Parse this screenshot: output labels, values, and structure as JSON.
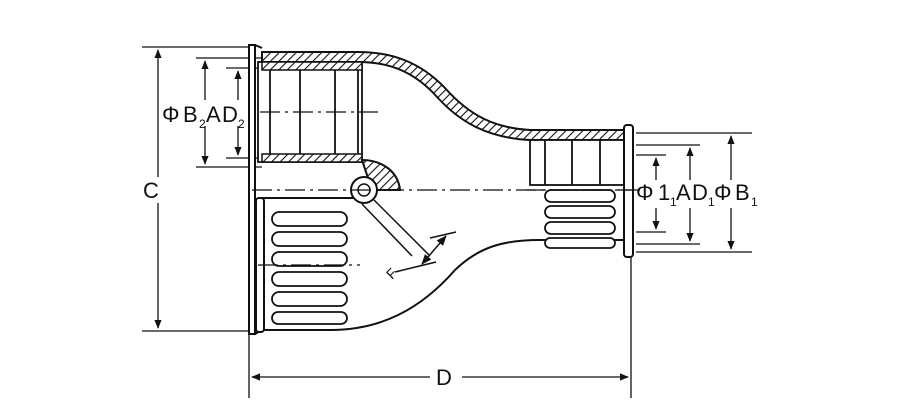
{
  "labels": {
    "C": "C",
    "D": "D",
    "F": "F",
    "phi": "Φ",
    "B": "B",
    "A": "A",
    "Dletter": "D",
    "sub_2": "2",
    "sub_1": "1",
    "one": "1"
  },
  "colors": {
    "line": "#111111",
    "hatch": "#111111",
    "background": "#ffffff"
  }
}
